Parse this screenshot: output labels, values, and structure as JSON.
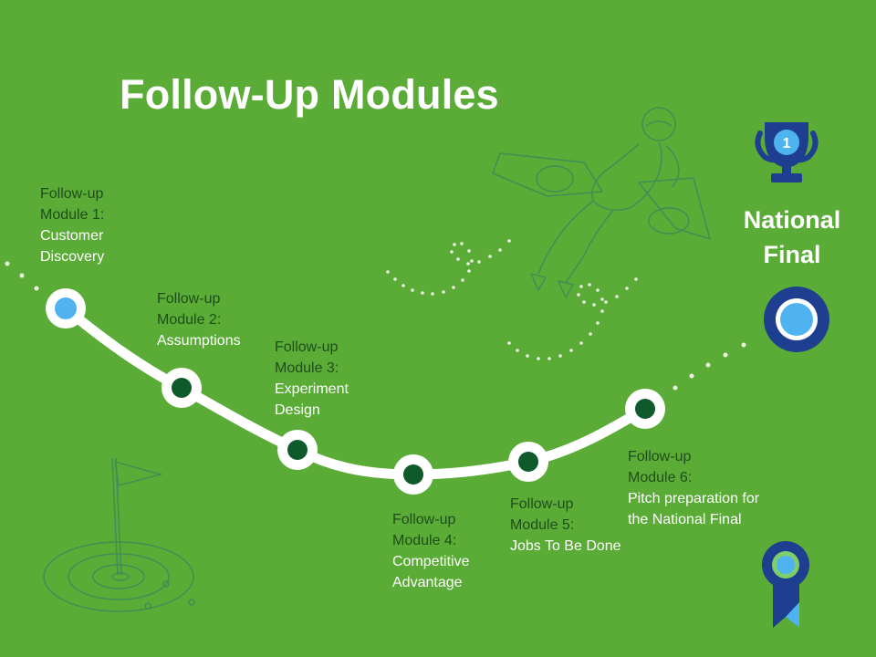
{
  "slide": {
    "title": "Follow-Up Modules",
    "colors": {
      "background": "#5aac37",
      "path": "#ffffff",
      "node_fill": "#0e5a2a",
      "start_node_fill": "#4fb3f0",
      "final_ring": "#1e3f8f",
      "final_dot": "#4fb3f0",
      "sketch_line": "#3f8f55"
    }
  },
  "modules": [
    {
      "line1": "Follow-up",
      "line2": "Module 1:",
      "line3": [
        "Customer",
        "Discovery"
      ]
    },
    {
      "line1": "Follow-up",
      "line2": "Module 2:",
      "line3": [
        "Assumptions"
      ]
    },
    {
      "line1": "Follow-up",
      "line2": "Module 3:",
      "line3": [
        "Experiment",
        "Design"
      ]
    },
    {
      "line1": "Follow-up",
      "line2": "Module 4:",
      "line3": [
        "Competitive",
        "Advantage"
      ]
    },
    {
      "line1": "Follow-up",
      "line2": "Module 5:",
      "line3": [
        "Jobs To Be Done"
      ]
    },
    {
      "line1": "Follow-up",
      "line2": "Module 6:",
      "line3": [
        "Pitch preparation for",
        "the National Final"
      ]
    }
  ],
  "final": {
    "label": [
      "National",
      "Final"
    ],
    "trophy_number": "1",
    "icons": [
      "trophy-icon",
      "ribbon-badge-icon",
      "target-flag-icon",
      "jetpack-figure-icon"
    ]
  }
}
